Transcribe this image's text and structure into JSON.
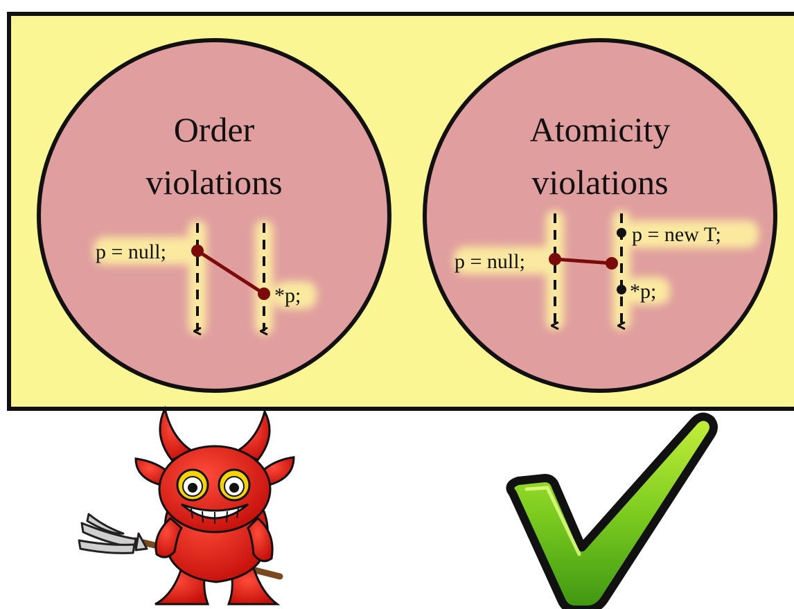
{
  "panel": {
    "background_color": "#fbf694",
    "circle_color": "#e09e9e",
    "edge_color": "#7b0a0a"
  },
  "order": {
    "title_line1": "Order",
    "title_line2": "violations",
    "label_a": "p = null;",
    "label_b": "*p;"
  },
  "atomicity": {
    "title_line1": "Atomicity",
    "title_line2": "violations",
    "label_a": "p = null;",
    "label_b": "p = new T;",
    "label_c": "*p;"
  },
  "icons": {
    "left": "devil-icon",
    "right": "checkmark-icon",
    "check_color": "#6fbe1e"
  }
}
